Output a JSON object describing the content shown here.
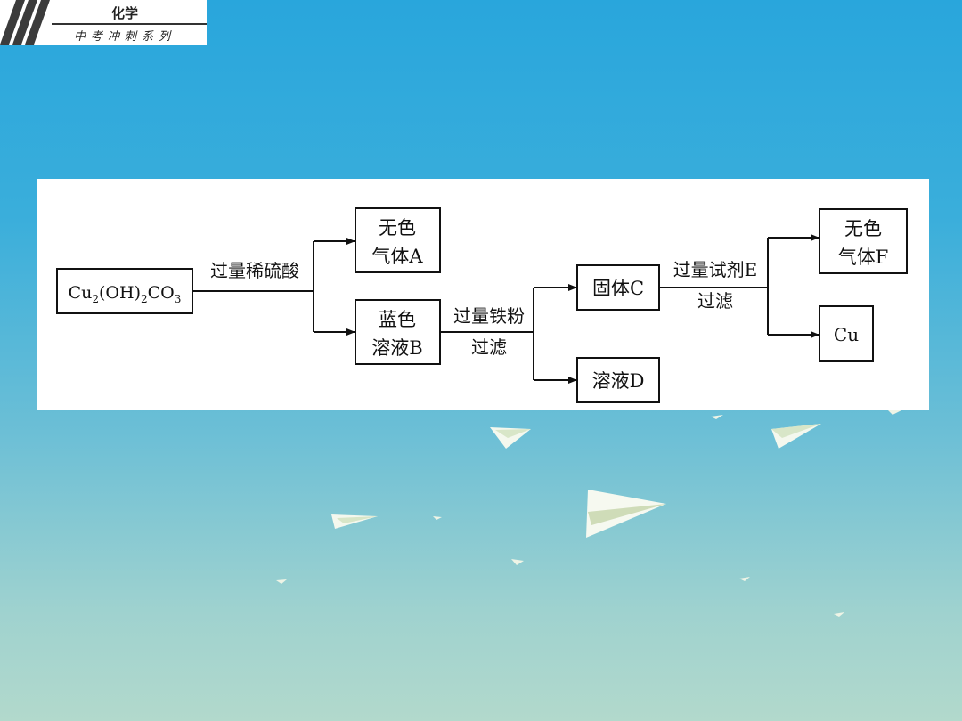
{
  "header": {
    "subject": "化学",
    "series": "中考冲刺系列"
  },
  "diagram": {
    "start": {
      "main": "Cu",
      "sub1": "2",
      "mid": "(OH)",
      "sub2": "2",
      "tail": "CO",
      "sub3": "3"
    },
    "edge1": "过量稀硫酸",
    "gas_a": {
      "line1": "无色",
      "line2": "气体A"
    },
    "solution_b": {
      "line1": "蓝色",
      "line2": "溶液B"
    },
    "edge2": {
      "line1": "过量铁粉",
      "line2": "过滤"
    },
    "solid_c": "固体C",
    "solution_d": "溶液D",
    "edge3": {
      "line1": "过量试剂E",
      "line2": "过滤"
    },
    "gas_f": {
      "line1": "无色",
      "line2": "气体F"
    },
    "cu": "Cu"
  },
  "colors": {
    "background_top": "#29a6dc",
    "background_bottom": "#b2d9cc",
    "panel": "#ffffff",
    "line": "#111111"
  }
}
